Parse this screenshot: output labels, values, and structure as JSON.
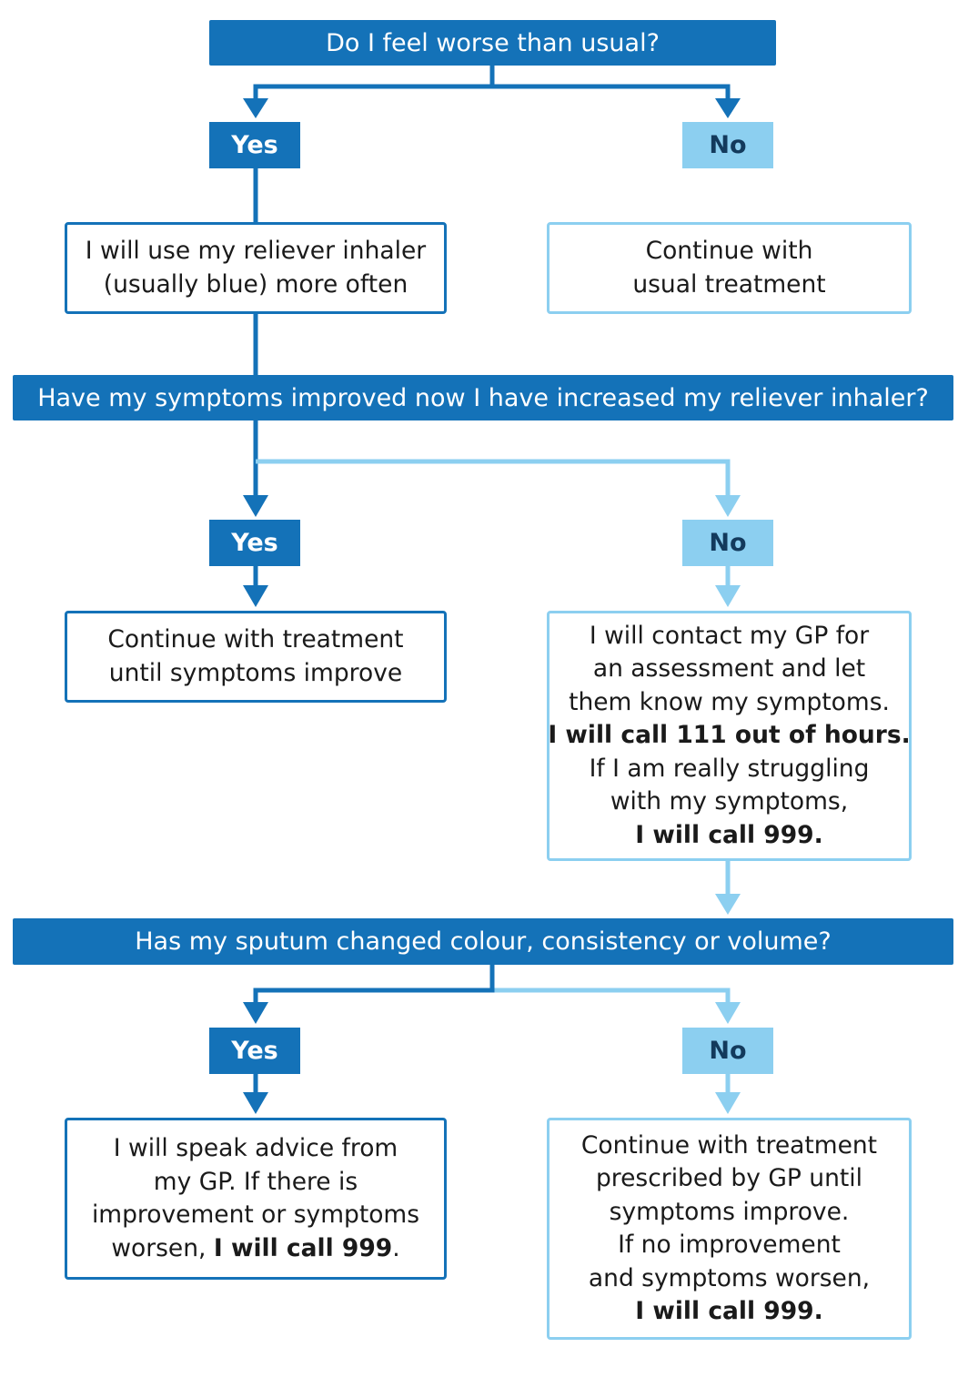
{
  "colors": {
    "primary_blue": "#1472b8",
    "light_blue": "#8ccff0",
    "text": "#1a1a1a"
  },
  "questions": {
    "q1": "Do I feel worse than usual?",
    "q2": "Have my symptoms improved now I have increased my reliever inhaler?",
    "q3": "Has my sputum changed colour, consistency or volume?"
  },
  "answers": {
    "yes": "Yes",
    "no": "No"
  },
  "actions": {
    "q1_yes": {
      "line1": "I will use my reliever inhaler",
      "line2": "(usually blue) more often"
    },
    "q1_no": {
      "line1": "Continue with",
      "line2": "usual treatment"
    },
    "q2_yes": {
      "line1": "Continue with treatment",
      "line2": "until symptoms improve"
    },
    "q2_no": {
      "line1": "I will contact my GP for",
      "line2": "an assessment and let",
      "line3": "them know my symptoms.",
      "line4": "I will call 111 out of hours.",
      "line5": "If I am really struggling",
      "line6": "with my symptoms,",
      "line7": "I will call 999."
    },
    "q3_yes": {
      "line1": "I will speak advice from",
      "line2": "my GP. If there is",
      "line3": "improvement or symptoms",
      "line4_a": "worsen, ",
      "line4_b": "I will call 999",
      "line4_c": "."
    },
    "q3_no": {
      "line1": "Continue with treatment",
      "line2": "prescribed by GP until",
      "line3": "symptoms improve.",
      "line4": "If no improvement",
      "line5": "and symptoms worsen,",
      "line6": "I will call 999."
    }
  }
}
